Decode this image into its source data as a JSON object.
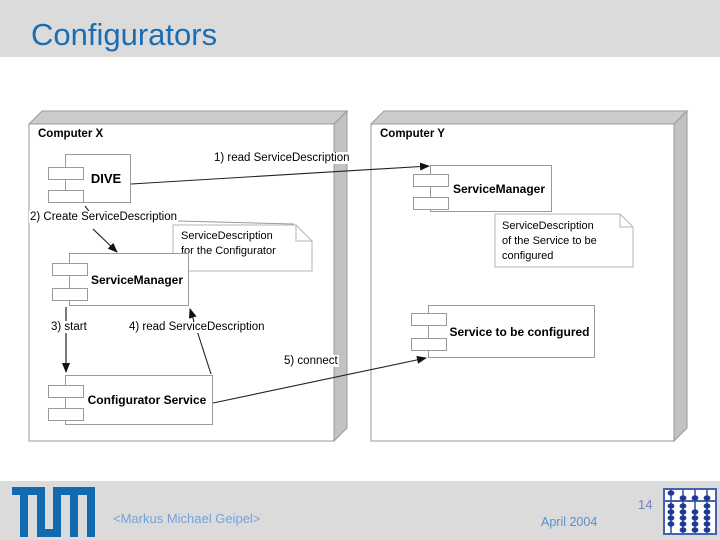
{
  "slide": {
    "title": "Configurators"
  },
  "diagram": {
    "nodes": [
      {
        "label": "Computer X"
      },
      {
        "label": "Computer Y"
      }
    ],
    "components": [
      {
        "label": "DIVE"
      },
      {
        "label": "ServiceManager"
      },
      {
        "label": "Configurator Service"
      },
      {
        "label": "ServiceManager"
      },
      {
        "label": "Service to be configured"
      }
    ],
    "notes": [
      {
        "lines": [
          "ServiceDescription",
          "for the Configurator"
        ]
      },
      {
        "lines": [
          "ServiceDescription",
          "of the Service to be",
          "configured"
        ]
      }
    ],
    "arrow_labels": [
      "1) read ServiceDescription",
      "2) Create ServiceDescription",
      "3) start",
      "4) read ServiceDescription",
      "5) connect"
    ]
  },
  "footer": {
    "author": "<Markus Michael Geipel>",
    "date": "April 2004",
    "page": "14"
  },
  "colors": {
    "title_blue": "#1b6db3",
    "band_gray": "#dbdbdb",
    "logo_blue": "#1369b0",
    "footer_text_blue": "#74a3d6",
    "node_top_face": "#cccccc",
    "node_right_face": "#c2c2c2",
    "outline_gray": "#9a9a9a"
  }
}
